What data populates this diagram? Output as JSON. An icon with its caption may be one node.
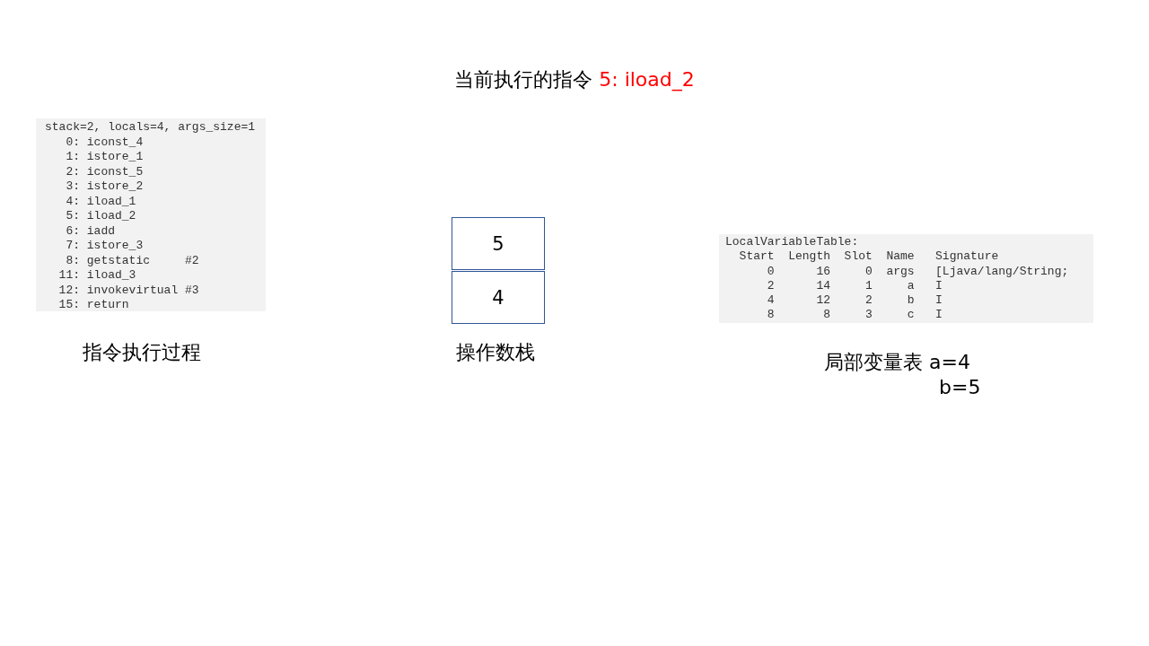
{
  "diagram": {
    "title": "当前执行的指令",
    "nodes": [
      {
        "text": [
          "stack=2, locals=4, args_size=1",
          "   0: iconst_4",
          "   1: istore_1",
          "   2: iconst_5",
          "   3: istore_2",
          "   4: iload_1",
          "   5: iload_2",
          "   6: iadd",
          "   7: istore_3",
          "   8: getstatic     #2",
          "  11: iload_3",
          "  12: invokevirtual #3",
          "  15: return"
        ]
      },
      {
        "text": [
          "5"
        ]
      },
      {
        "text": [
          "4"
        ]
      },
      {
        "text": [
          "LocalVariableTable:",
          "  Start  Length  Slot  Name   Signature",
          "      0      16     0  args   [Ljava/lang/String;",
          "      2      14     1     a   I",
          "      4      12     2     b   I",
          "      8       8     3     c   I"
        ]
      }
    ],
    "edges": [],
    "labels": [
      "5: iload_2",
      "指令执行过程",
      "操作数栈",
      "局部变量表 a=4",
      "b=5"
    ]
  }
}
